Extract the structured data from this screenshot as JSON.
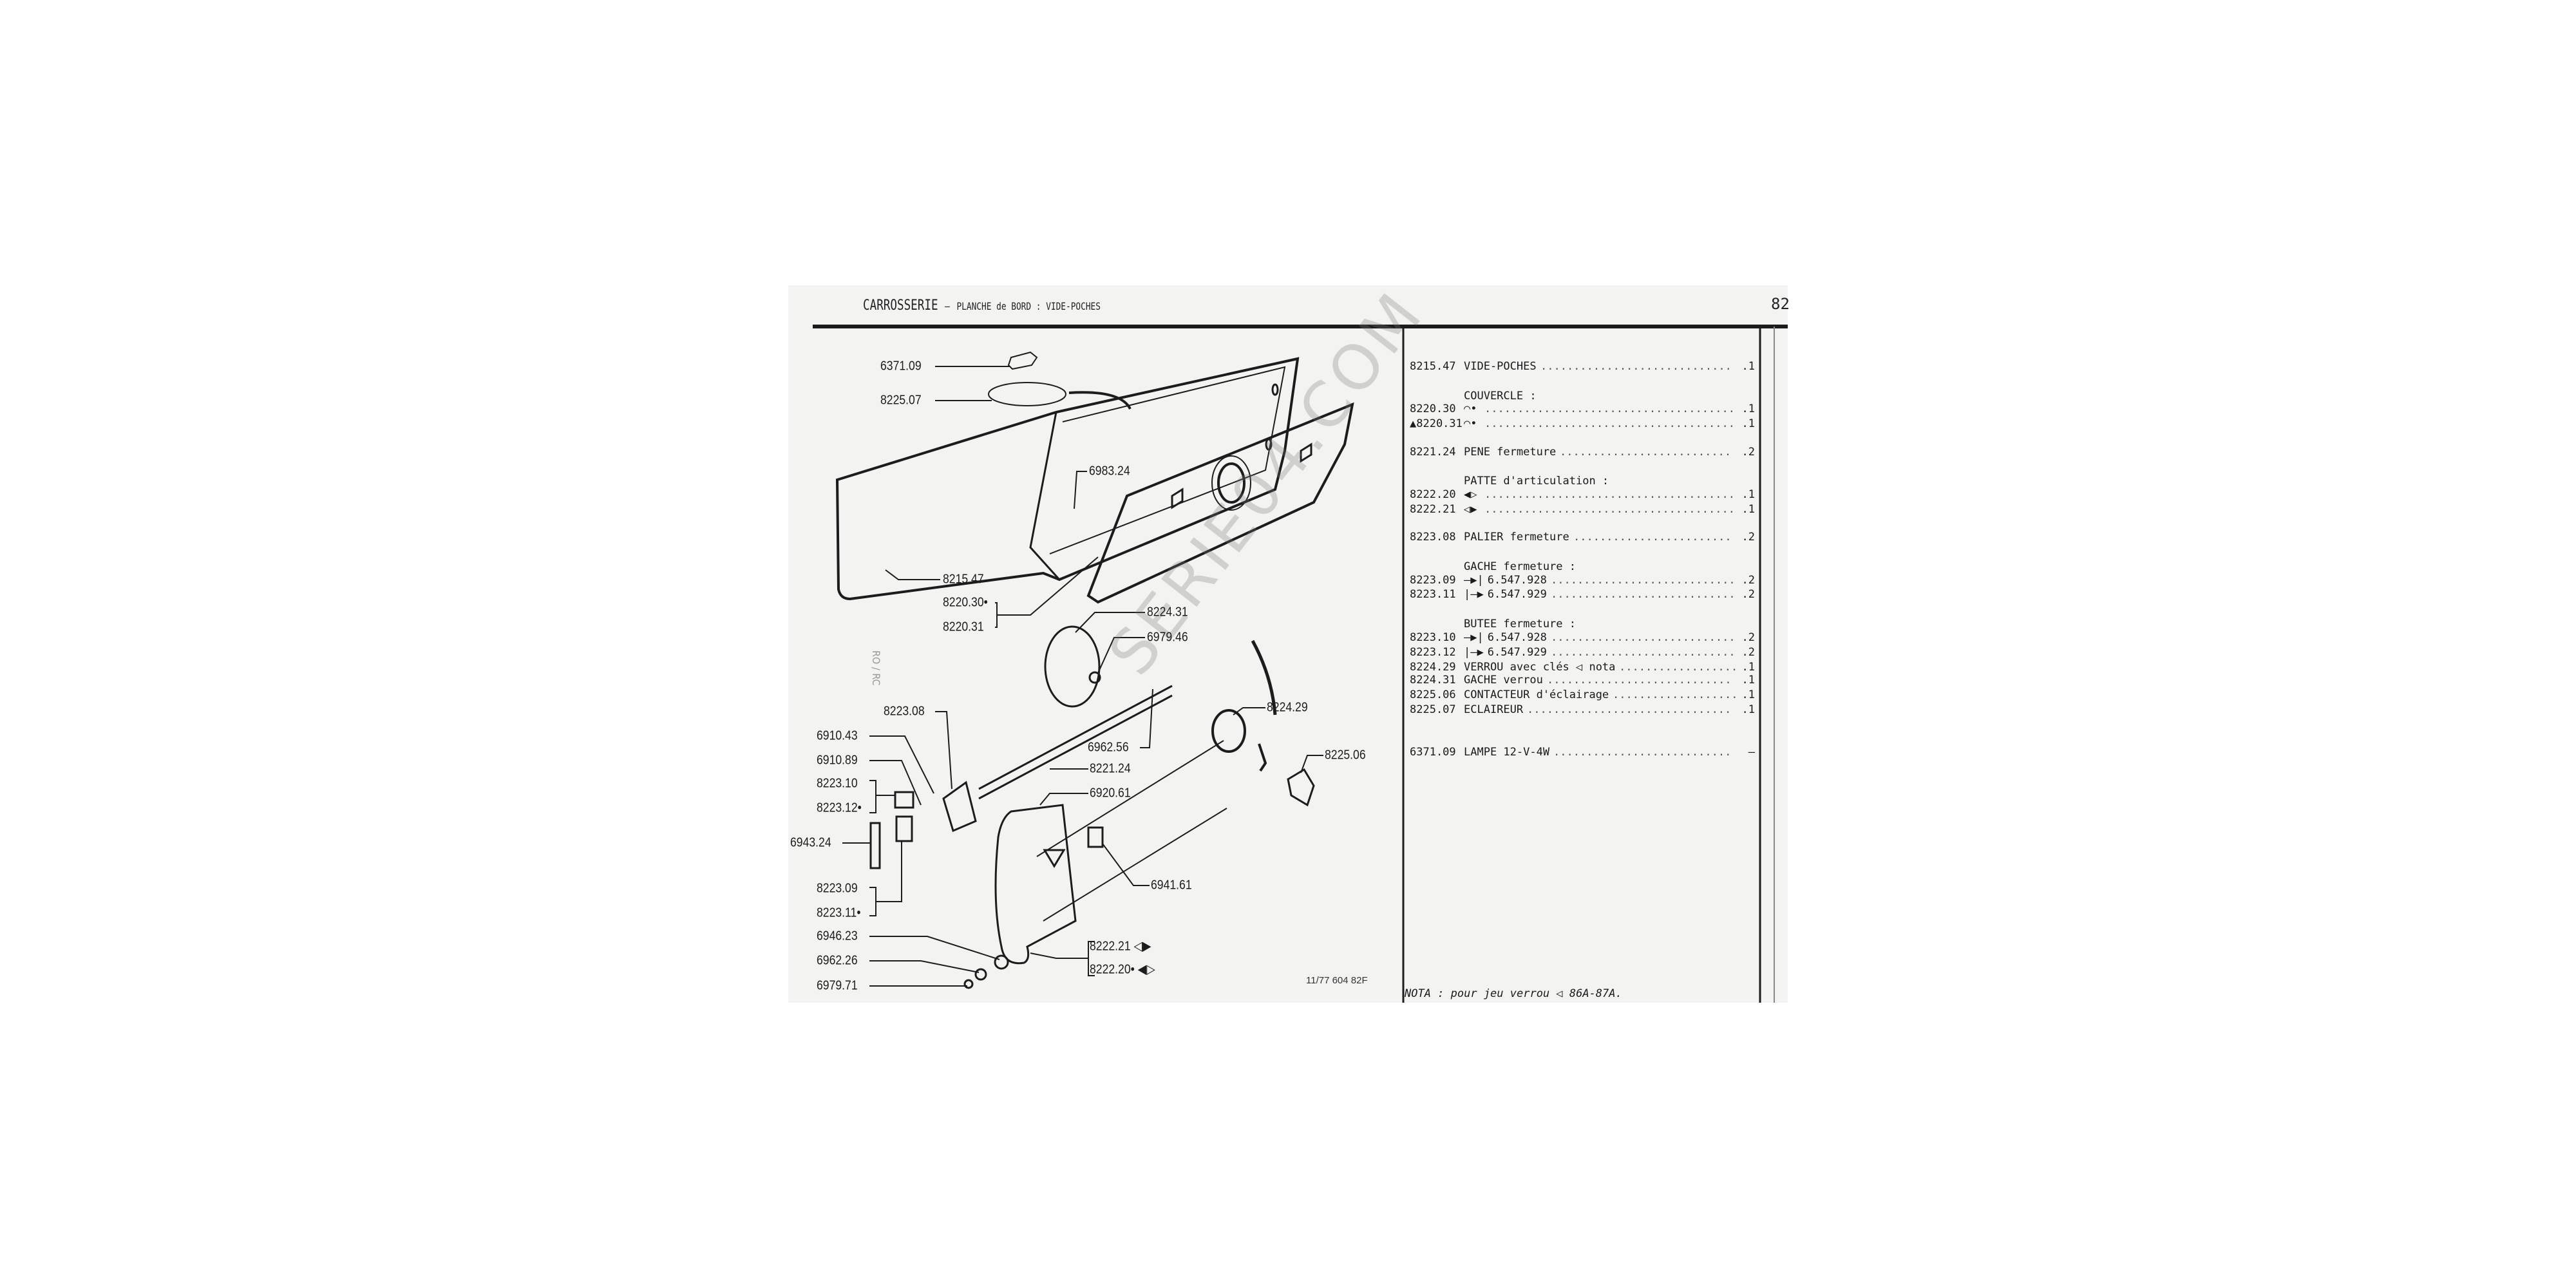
{
  "header": {
    "section": "CARROSSERIE",
    "separator": "–",
    "subtitle": "PLANCHE de BORD : VIDE-POCHES",
    "page_number": "82"
  },
  "side_note": "RO / RC",
  "watermark": "SERIE04.COM",
  "diagram": {
    "labels": [
      "6371.09",
      "8225.07",
      "6983.24",
      "8215.47",
      "8220.30•",
      "8220.31",
      "8224.31",
      "6979.46",
      "8223.08",
      "6910.43",
      "6910.89",
      "8223.10",
      "8223.12•",
      "6943.24",
      "8223.09",
      "8223.11•",
      "6946.23",
      "6962.26",
      "6979.71",
      "6962.56",
      "8221.24",
      "6920.61",
      "6941.61",
      "8224.29",
      "8225.06",
      "8222.21 ◁▶",
      "8222.20• ◀▷"
    ],
    "footer_code": "11/77 604 82F"
  },
  "parts": [
    {
      "num": "8215.47",
      "desc": "VIDE-POCHES",
      "qty": ".1"
    },
    {
      "heading": "COUVERCLE :"
    },
    {
      "num": "8220.30",
      "symbol": "◠•",
      "desc": "",
      "qty": ".1"
    },
    {
      "num": "▲8220.31",
      "symbol": "◠•",
      "desc": "",
      "qty": ".1"
    },
    {
      "num": "8221.24",
      "desc": "PENE fermeture",
      "qty": ".2"
    },
    {
      "heading": "PATTE d'articulation :"
    },
    {
      "num": "8222.20",
      "symbol": "◀▷",
      "desc": "",
      "qty": ".1"
    },
    {
      "num": "8222.21",
      "symbol": "◁▶",
      "desc": "",
      "qty": ".1"
    },
    {
      "num": "8223.08",
      "desc": "PALIER fermeture",
      "qty": ".2"
    },
    {
      "heading": "GACHE fermeture :"
    },
    {
      "num": "8223.09",
      "symbol": "—▶|",
      "desc": "6.547.928",
      "qty": ".2"
    },
    {
      "num": "8223.11",
      "symbol": "|—▶",
      "desc": "6.547.929",
      "qty": ".2"
    },
    {
      "heading": "BUTEE fermeture :"
    },
    {
      "num": "8223.10",
      "symbol": "—▶|",
      "desc": "6.547.928",
      "qty": ".2"
    },
    {
      "num": "8223.12",
      "symbol": "|—▶",
      "desc": "6.547.929",
      "qty": ".2"
    },
    {
      "num": "8224.29",
      "desc": "VERROU avec clés ◁ nota",
      "qty": ".1"
    },
    {
      "num": "8224.31",
      "desc": "GACHE verrou",
      "qty": ".1"
    },
    {
      "num": "8225.06",
      "desc": "CONTACTEUR d'éclairage",
      "qty": ".1"
    },
    {
      "num": "8225.07",
      "desc": "ECLAIREUR",
      "qty": ".1"
    },
    {
      "num": "6371.09",
      "desc": "LAMPE 12-V-4W",
      "qty": "–"
    }
  ],
  "nota": "NOTA : pour jeu verrou ◁ 86A-87A."
}
